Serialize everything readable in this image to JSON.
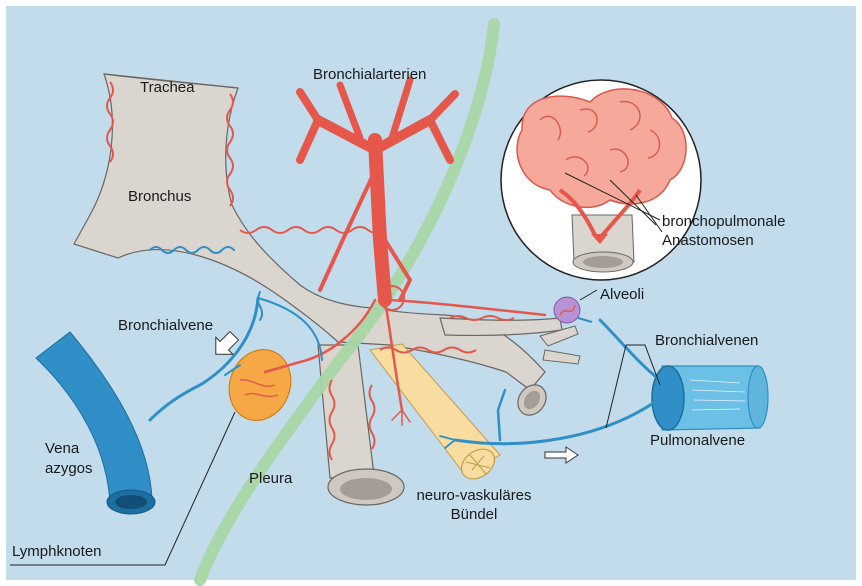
{
  "labels": {
    "trachea": "Trachea",
    "bronchialarterien": "Bronchialarterien",
    "bronchus": "Bronchus",
    "bronchopulmonale_line1": "bronchopulmonale",
    "bronchopulmonale_line2": "Anastomosen",
    "alveoli": "Alveoli",
    "bronchialvene": "Bronchialvene",
    "bronchialvenen": "Bronchialvenen",
    "vena_line1": "Vena",
    "vena_line2": "azygos",
    "pleura": "Pleura",
    "pulmonalvene": "Pulmonalvene",
    "neuro_line1": "neuro-vaskuläres",
    "neuro_line2": "Bündel",
    "lymphknoten": "Lymphknoten"
  },
  "colors": {
    "background": "#c2dcec",
    "airway": "#dad5ce",
    "airway_edge": "#6b6661",
    "artery": "#e5574a",
    "vein": "#2f8fc6",
    "pleura": "#a9d6a5",
    "lymph_node": "#f6a847",
    "nerve_bundle": "#f9dc9f",
    "alveolar_tissue": "#f6a89a"
  }
}
